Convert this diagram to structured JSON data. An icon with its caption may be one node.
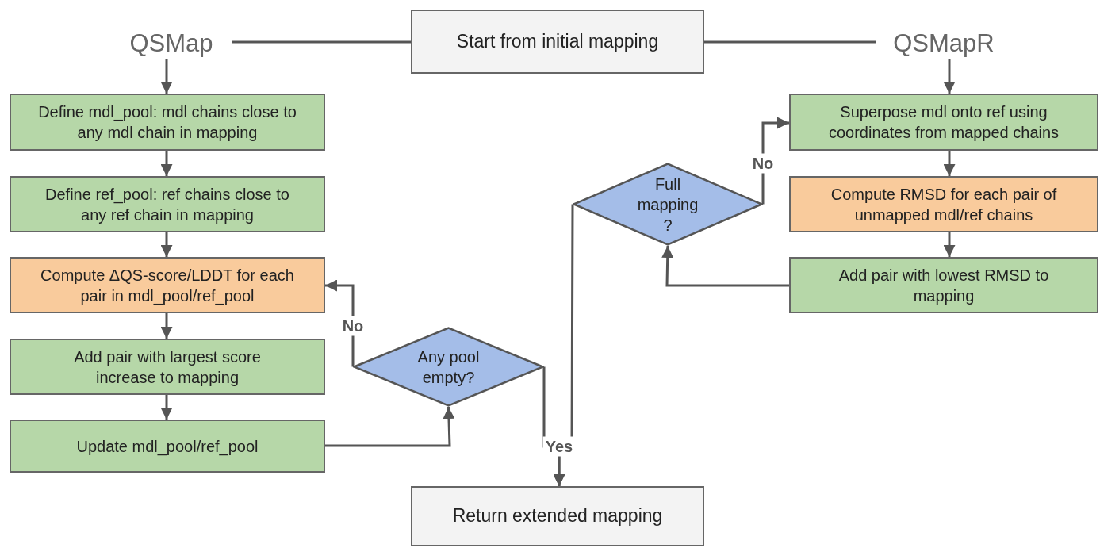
{
  "diagram": {
    "nodes": [
      {
        "text": [
          "QSMap"
        ]
      },
      {
        "text": [
          "Start from initial mapping"
        ]
      },
      {
        "text": [
          "QSMapR"
        ]
      },
      {
        "text": [
          "Define mdl_pool: mdl chains close to any mdl chain in mapping"
        ]
      },
      {
        "text": [
          "Define ref_pool: ref chains close to any ref chain in mapping"
        ]
      },
      {
        "text": [
          "Compute ΔQS-score/LDDT for each pair in mdl_pool/ref_pool"
        ]
      },
      {
        "text": [
          "Add pair with largest score increase to mapping"
        ]
      },
      {
        "text": [
          "Update mdl_pool/ref_pool"
        ]
      },
      {
        "text": [
          "Any pool empty?"
        ]
      },
      {
        "text": [
          "Superpose mdl onto ref using coordinates from mapped chains"
        ]
      },
      {
        "text": [
          "Compute RMSD for each pair of unmapped mdl/ref chains"
        ]
      },
      {
        "text": [
          "Add pair with lowest RMSD to mapping"
        ]
      },
      {
        "text": [
          "Full mapping ?"
        ]
      },
      {
        "text": [
          "Return extended mapping"
        ]
      }
    ],
    "edges": [
      {
        "from": 1,
        "to": 0,
        "arrow": "none"
      },
      {
        "from": 1,
        "to": 2,
        "arrow": "none"
      },
      {
        "from": 0,
        "to": 3,
        "arrow": "to"
      },
      {
        "from": 3,
        "to": 4,
        "arrow": "to"
      },
      {
        "from": 4,
        "to": 5,
        "arrow": "to"
      },
      {
        "from": 5,
        "to": 6,
        "arrow": "to"
      },
      {
        "from": 6,
        "to": 7,
        "arrow": "to"
      },
      {
        "from": 7,
        "to": 8,
        "arrow": "to"
      },
      {
        "from": 8,
        "to": 5,
        "arrow": "to",
        "label": "No"
      },
      {
        "from": 8,
        "to": 13,
        "arrow": "to",
        "label": "Yes"
      },
      {
        "from": 2,
        "to": 9,
        "arrow": "to"
      },
      {
        "from": 9,
        "to": 10,
        "arrow": "to"
      },
      {
        "from": 10,
        "to": 11,
        "arrow": "to"
      },
      {
        "from": 11,
        "to": 12,
        "arrow": "to"
      },
      {
        "from": 12,
        "to": 9,
        "arrow": "to",
        "label": "No"
      },
      {
        "from": 12,
        "to": 13,
        "arrow": "to"
      }
    ]
  }
}
